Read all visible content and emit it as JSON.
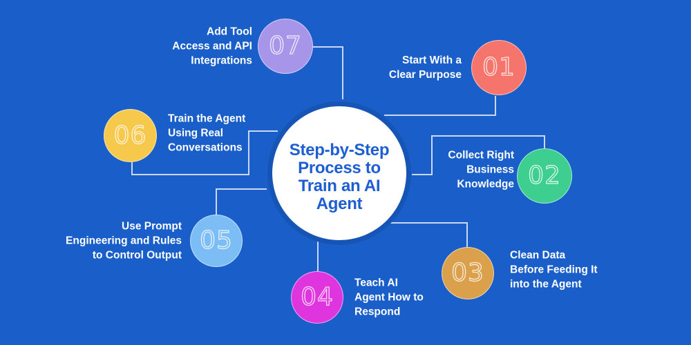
{
  "background_color": "#1a5fc9",
  "connector_color": "#d9e3f6",
  "center": {
    "title": "Step-by-Step Process to Train an AI Agent",
    "title_lines": [
      "Step-by-Step",
      "Process to",
      "Train an AI",
      "Agent"
    ],
    "title_color": "#1d5ed2",
    "circle_color": "#ffffff",
    "halo_color": "#1655b5"
  },
  "steps": [
    {
      "number": "01",
      "label": "Start With a Clear Purpose",
      "lines": [
        "Start With a",
        "Clear Purpose"
      ],
      "color": "#f5756d",
      "label_side": "left-of-circle"
    },
    {
      "number": "02",
      "label": "Collect Right Business Knowledge",
      "lines": [
        "Collect Right",
        "Business",
        "Knowledge"
      ],
      "color": "#3ecf90",
      "label_side": "left-of-circle"
    },
    {
      "number": "03",
      "label": "Clean Data Before Feeding It into the Agent",
      "lines": [
        "Clean Data",
        "Before Feeding It",
        "into the Agent"
      ],
      "color": "#daa04b",
      "label_side": "right-of-circle"
    },
    {
      "number": "04",
      "label": "Teach AI Agent How to Respond",
      "lines": [
        "Teach AI",
        "Agent How to",
        "Respond"
      ],
      "color": "#df35df",
      "label_side": "right-of-circle"
    },
    {
      "number": "05",
      "label": "Use Prompt Engineering and Rules to Control Output",
      "lines": [
        "Use Prompt",
        "Engineering and Rules",
        "to Control Output"
      ],
      "color": "#7cbdf5",
      "label_side": "left-of-circle"
    },
    {
      "number": "06",
      "label": "Train the Agent Using Real Conversations",
      "lines": [
        "Train the Agent",
        "Using Real",
        "Conversations"
      ],
      "color": "#f6c84c",
      "label_side": "right-of-circle"
    },
    {
      "number": "07",
      "label": "Add Tool Access and API Integrations",
      "lines": [
        "Add Tool",
        "Access and API",
        "Integrations"
      ],
      "color": "#a795e9",
      "label_side": "left-of-circle"
    }
  ]
}
